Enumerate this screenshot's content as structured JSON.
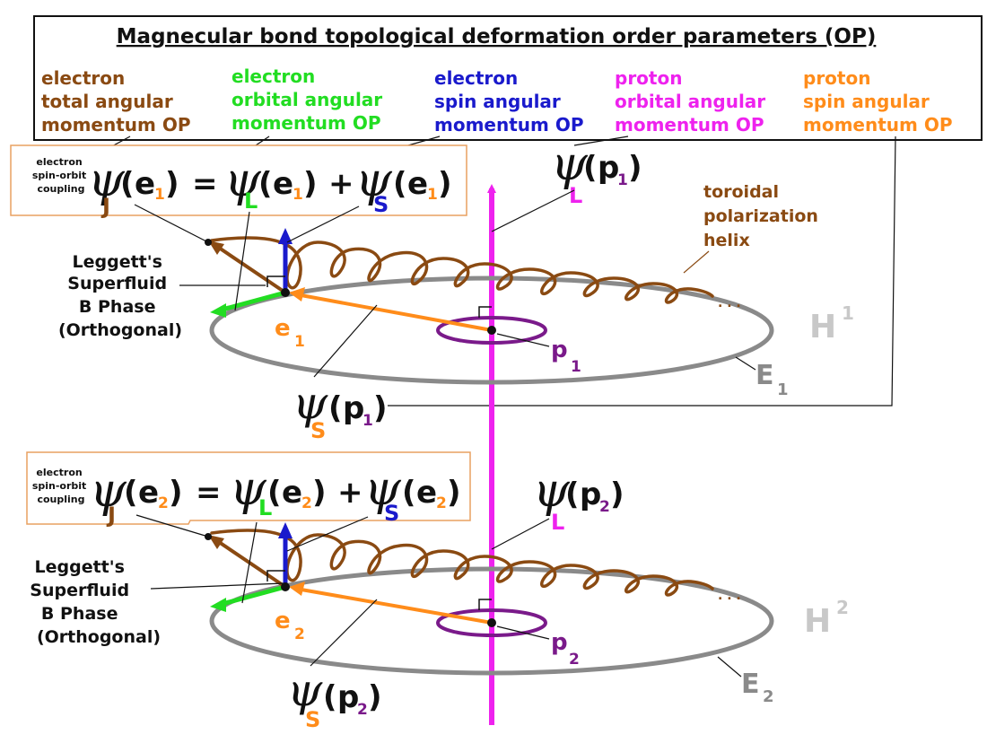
{
  "title": "Magnecular bond topological deformation order parameters (OP)",
  "legend": [
    {
      "lines": [
        "electron",
        "total angular",
        "momentum OP"
      ],
      "color": "#8a4a12"
    },
    {
      "lines": [
        "electron",
        "orbital angular",
        "momentum OP"
      ],
      "color": "#22dd22"
    },
    {
      "lines": [
        "electron",
        "spin angular",
        "momentum OP"
      ],
      "color": "#1a1acc"
    },
    {
      "lines": [
        "proton",
        "orbital angular",
        "momentum OP"
      ],
      "color": "#ee22ee"
    },
    {
      "lines": [
        "proton",
        "spin angular",
        "momentum OP"
      ],
      "color": "#ff8c1a"
    }
  ],
  "symbols": {
    "psi": "ψ",
    "equals": "=",
    "plus": "+",
    "open": "(",
    "close": ")"
  },
  "subscripts": {
    "J": "J",
    "L": "L",
    "S": "S"
  },
  "coupling": [
    "electron",
    "spin-orbit",
    "coupling"
  ],
  "leggett": [
    "Leggett's",
    "Superfluid",
    "B Phase",
    "(Orthogonal)"
  ],
  "helix_label": [
    "toroidal",
    "polarization",
    "helix"
  ],
  "letters": {
    "e": "e",
    "p": "p",
    "H": "H",
    "E": "E"
  },
  "atoms": [
    {
      "index": "1"
    },
    {
      "index": "2"
    }
  ],
  "colors": {
    "helix": "#8a4a12",
    "orbital_e": "#22dd22",
    "spin_e": "#1a1acc",
    "proton_axis": "#ee22ee",
    "proton_spin": "#ff8c1a",
    "proton_orbit": "#7a1a8a",
    "ellipse": "#8a8a8a",
    "h_label": "#c8c8c8"
  }
}
